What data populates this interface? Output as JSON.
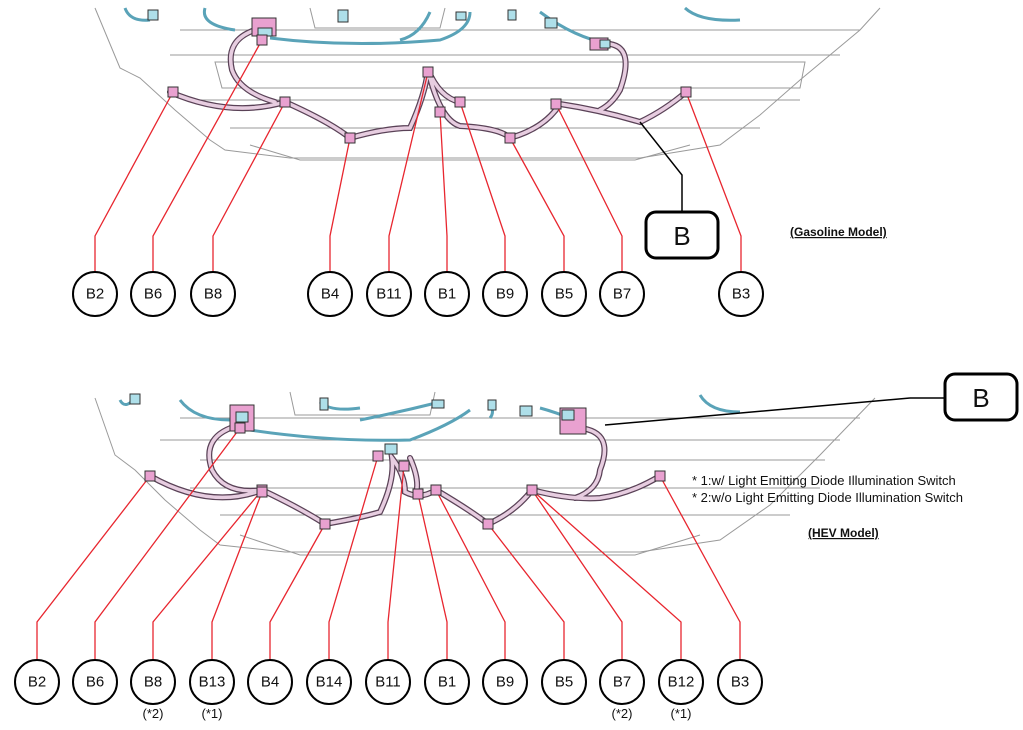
{
  "colors": {
    "leader": "#e8262f",
    "outline": "#000000",
    "body_line": "#9a9a9a",
    "harness_fill": "#e7cde0",
    "harness_edge": "#5a4257",
    "connector_pink": "#e9a1d0",
    "connector_blue": "#aedfe9",
    "cable_blue": "#5aa3b8"
  },
  "gasoline": {
    "title": "(Gasoline Model)",
    "group_label": "B",
    "connectors": [
      {
        "label": "B2"
      },
      {
        "label": "B6"
      },
      {
        "label": "B8"
      },
      {
        "label": "B4"
      },
      {
        "label": "B11"
      },
      {
        "label": "B1"
      },
      {
        "label": "B9"
      },
      {
        "label": "B5"
      },
      {
        "label": "B7"
      },
      {
        "label": "B3"
      }
    ]
  },
  "hev": {
    "title": "(HEV Model)",
    "group_label": "B",
    "legend": [
      "* 1:w/ Light Emitting Diode Illumination Switch",
      "* 2:w/o Light Emitting Diode Illumination Switch"
    ],
    "connectors": [
      {
        "label": "B2",
        "note": ""
      },
      {
        "label": "B6",
        "note": ""
      },
      {
        "label": "B8",
        "note": "(*2)"
      },
      {
        "label": "B13",
        "note": "(*1)"
      },
      {
        "label": "B4",
        "note": ""
      },
      {
        "label": "B14",
        "note": ""
      },
      {
        "label": "B11",
        "note": ""
      },
      {
        "label": "B1",
        "note": ""
      },
      {
        "label": "B9",
        "note": ""
      },
      {
        "label": "B5",
        "note": ""
      },
      {
        "label": "B7",
        "note": "(*2)"
      },
      {
        "label": "B12",
        "note": "(*1)"
      },
      {
        "label": "B3",
        "note": ""
      }
    ]
  }
}
